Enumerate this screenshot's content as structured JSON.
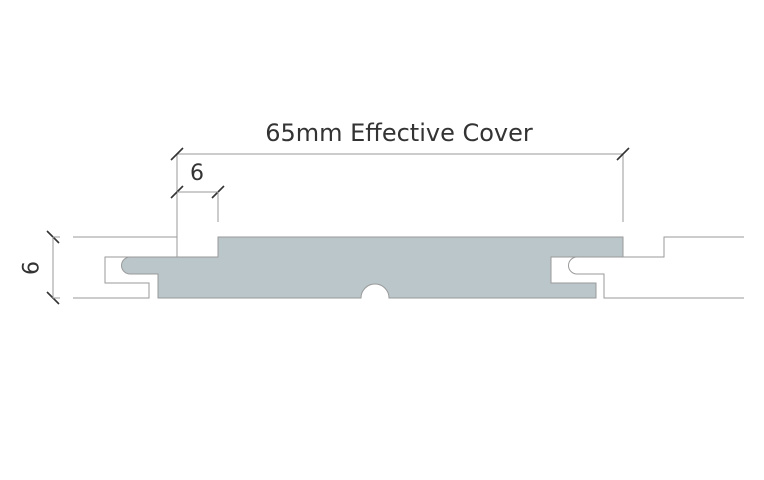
{
  "title": "65mm Effective Cover",
  "dimensions": {
    "overlap": "6",
    "thickness": "9"
  },
  "colors": {
    "board_fill": "#bac6ca",
    "outline": "#9a9a9a",
    "tick": "#333333"
  }
}
